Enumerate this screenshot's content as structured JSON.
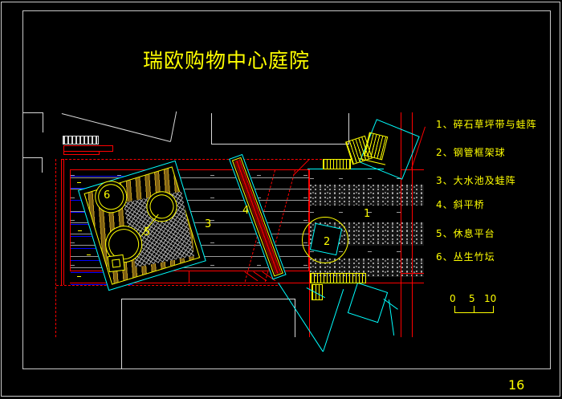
{
  "title": {
    "text": "瑞欧购物中心庭院"
  },
  "legend": {
    "items": [
      {
        "label": "1、碎石草坪带与蛙阵"
      },
      {
        "label": "2、钢管框架球"
      },
      {
        "label": "3、大水池及蛙阵"
      },
      {
        "label": "4、斜平桥"
      },
      {
        "label": "5、休息平台"
      },
      {
        "label": "6、丛生竹坛"
      }
    ]
  },
  "plan": {
    "markers": [
      {
        "n": "1"
      },
      {
        "n": "2"
      },
      {
        "n": "3"
      },
      {
        "n": "4"
      },
      {
        "n": "5"
      },
      {
        "n": "6"
      }
    ]
  },
  "scale_bar": {
    "ticks": [
      "0",
      "5",
      "10"
    ]
  },
  "sheet": {
    "page_number": "16"
  },
  "colors": {
    "text_yellow": "#ffff00",
    "line_cyan": "#00ffff",
    "line_red": "#ff0000",
    "water_blue": "#0000ff",
    "paving_gray": "#9a9a9a",
    "outline_white": "#c9c9c9",
    "deck_gold": "#c8a020",
    "background": "#000000"
  }
}
